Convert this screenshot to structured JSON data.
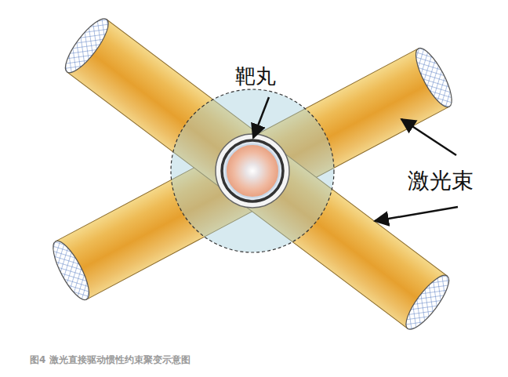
{
  "diagram": {
    "caption": "图4 激光直接驱动惯性约束聚变示意图",
    "labels": [
      "靶丸",
      "激光束"
    ]
  }
}
